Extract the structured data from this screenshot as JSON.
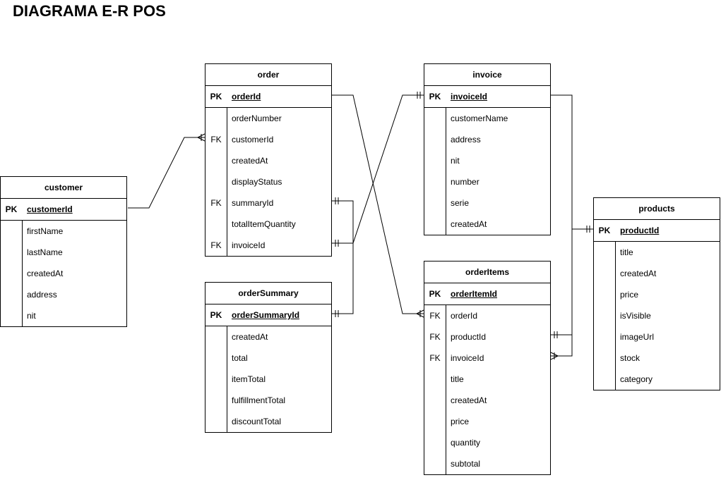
{
  "title": "DIAGRAMA E-R POS",
  "entities": {
    "customer": {
      "name": "customer",
      "pk": {
        "key": "PK",
        "field": "customerId"
      },
      "attributes": [
        {
          "key": "",
          "field": "firstName"
        },
        {
          "key": "",
          "field": "lastName"
        },
        {
          "key": "",
          "field": "createdAt"
        },
        {
          "key": "",
          "field": "address"
        },
        {
          "key": "",
          "field": "nit"
        }
      ]
    },
    "order": {
      "name": "order",
      "pk": {
        "key": "PK",
        "field": "orderId"
      },
      "attributes": [
        {
          "key": "",
          "field": "orderNumber"
        },
        {
          "key": "FK",
          "field": "customerId"
        },
        {
          "key": "",
          "field": "createdAt"
        },
        {
          "key": "",
          "field": "displayStatus"
        },
        {
          "key": "FK",
          "field": "summaryId"
        },
        {
          "key": "",
          "field": "totalItemQuantity"
        },
        {
          "key": "FK",
          "field": "invoiceId"
        }
      ]
    },
    "orderSummary": {
      "name": "orderSummary",
      "pk": {
        "key": "PK",
        "field": "orderSummaryId"
      },
      "attributes": [
        {
          "key": "",
          "field": "createdAt"
        },
        {
          "key": "",
          "field": "total"
        },
        {
          "key": "",
          "field": "itemTotal"
        },
        {
          "key": "",
          "field": "fulfillmentTotal"
        },
        {
          "key": "",
          "field": "discountTotal"
        }
      ]
    },
    "invoice": {
      "name": "invoice",
      "pk": {
        "key": "PK",
        "field": "invoiceId"
      },
      "attributes": [
        {
          "key": "",
          "field": "customerName"
        },
        {
          "key": "",
          "field": "address"
        },
        {
          "key": "",
          "field": "nit"
        },
        {
          "key": "",
          "field": "number"
        },
        {
          "key": "",
          "field": "serie"
        },
        {
          "key": "",
          "field": "createdAt"
        }
      ]
    },
    "orderItems": {
      "name": "orderItems",
      "pk": {
        "key": "PK",
        "field": "orderItemId"
      },
      "attributes": [
        {
          "key": "FK",
          "field": "orderId"
        },
        {
          "key": "FK",
          "field": "productId"
        },
        {
          "key": "FK",
          "field": "invoiceId"
        },
        {
          "key": "",
          "field": "title"
        },
        {
          "key": "",
          "field": "createdAt"
        },
        {
          "key": "",
          "field": "price"
        },
        {
          "key": "",
          "field": "quantity"
        },
        {
          "key": "",
          "field": "subtotal"
        }
      ]
    },
    "products": {
      "name": "products",
      "pk": {
        "key": "PK",
        "field": "productId"
      },
      "attributes": [
        {
          "key": "",
          "field": "title"
        },
        {
          "key": "",
          "field": "createdAt"
        },
        {
          "key": "",
          "field": "price"
        },
        {
          "key": "",
          "field": "isVisible"
        },
        {
          "key": "",
          "field": "imageUrl"
        },
        {
          "key": "",
          "field": "stock"
        },
        {
          "key": "",
          "field": "category"
        }
      ]
    }
  },
  "relationships": [
    {
      "from": "customer.customerId",
      "to": "order.customerId",
      "cardinality": "one-to-many"
    },
    {
      "from": "orderSummary.orderSummaryId",
      "to": "order.summaryId",
      "cardinality": "one-to-one"
    },
    {
      "from": "invoice.invoiceId",
      "to": "order.invoiceId",
      "cardinality": "one-to-one"
    },
    {
      "from": "order.orderId",
      "to": "orderItems.orderId",
      "cardinality": "one-to-many"
    },
    {
      "from": "products.productId",
      "to": "orderItems.productId",
      "cardinality": "one-to-one"
    },
    {
      "from": "invoice.invoiceId",
      "to": "orderItems.invoiceId",
      "cardinality": "one-to-many"
    }
  ]
}
